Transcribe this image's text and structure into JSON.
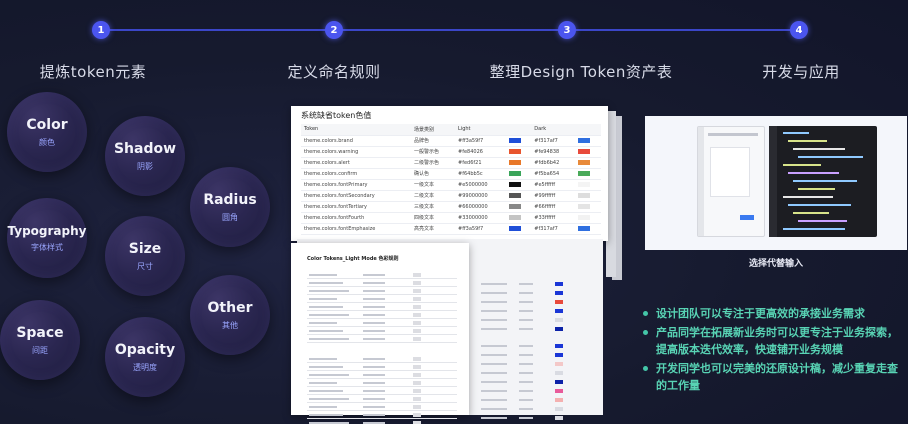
{
  "steps": [
    {
      "num": "1",
      "title": "提炼token元素"
    },
    {
      "num": "2",
      "title": "定义命名规则"
    },
    {
      "num": "3",
      "title": "整理Design Token资产表"
    },
    {
      "num": "4",
      "title": "开发与应用"
    }
  ],
  "bubbles": [
    {
      "en": "Color",
      "zh": "颜色"
    },
    {
      "en": "Shadow",
      "zh": "阴影"
    },
    {
      "en": "Radius",
      "zh": "圆角"
    },
    {
      "en": "Typography",
      "zh": "字体样式"
    },
    {
      "en": "Size",
      "zh": "尺寸"
    },
    {
      "en": "Other",
      "zh": "其他"
    },
    {
      "en": "Space",
      "zh": "间距"
    },
    {
      "en": "Opacity",
      "zh": "透明度"
    }
  ],
  "token_table": {
    "title": "系统缺省token色值",
    "headers": [
      "Token",
      "场景类别",
      "Light",
      "",
      "Dark",
      ""
    ],
    "rows": [
      {
        "token": "theme.colors.brand",
        "scene": "品牌色",
        "light": "#ff3a59f7",
        "light_color": "#1f4fd8",
        "dark": "#f317af7",
        "dark_color": "#2f6fe0"
      },
      {
        "token": "theme.colors.warning",
        "scene": "一般警示色",
        "light": "#fe84026",
        "light_color": "#e8552e",
        "dark": "#fe94838",
        "dark_color": "#e84a3c"
      },
      {
        "token": "theme.colors.alert",
        "scene": "二级警示色",
        "light": "#fed6f21",
        "light_color": "#e8782a",
        "dark": "#fdb6b42",
        "dark_color": "#e88a3a"
      },
      {
        "token": "theme.colors.confirm",
        "scene": "确认色",
        "light": "#f64bb5c",
        "light_color": "#3aa55a",
        "dark": "#f5ba654",
        "dark_color": "#4aaa5a"
      },
      {
        "token": "theme.colors.fontPrimary",
        "scene": "一级文本",
        "light": "#e5000000",
        "light_color": "#111111",
        "dark": "#e5ffffff",
        "dark_color": "#f4f4f4"
      },
      {
        "token": "theme.colors.fontSecondary",
        "scene": "二级文本",
        "light": "#99000000",
        "light_color": "#555555",
        "dark": "#99ffffff",
        "dark_color": "#dddddd"
      },
      {
        "token": "theme.colors.fontTertiary",
        "scene": "三级文本",
        "light": "#66000000",
        "light_color": "#888888",
        "dark": "#66ffffff",
        "dark_color": "#e4e4e4"
      },
      {
        "token": "theme.colors.fontFourth",
        "scene": "四级文本",
        "light": "#33000000",
        "light_color": "#c4c4c4",
        "dark": "#33ffffff",
        "dark_color": "#f2f2f2"
      },
      {
        "token": "theme.colors.fontEmphasize",
        "scene": "高亮文本",
        "light": "#ff3a59f7",
        "light_color": "#1f4fd8",
        "dark": "#f317af7",
        "dark_color": "#2f6fe0"
      }
    ]
  },
  "doc": {
    "title": "Color Tokens_Light Mode 色彩规则"
  },
  "screenshot_caption": "选择代替输入",
  "bullets": [
    "设计团队可以专注于更高效的承接业务需求",
    "产品同学在拓展新业务时可以更专注于业务探索，提高版本迭代效率，快速铺开业务规模",
    "开发同学也可以完美的还原设计稿，减少重复走查的工作量"
  ]
}
